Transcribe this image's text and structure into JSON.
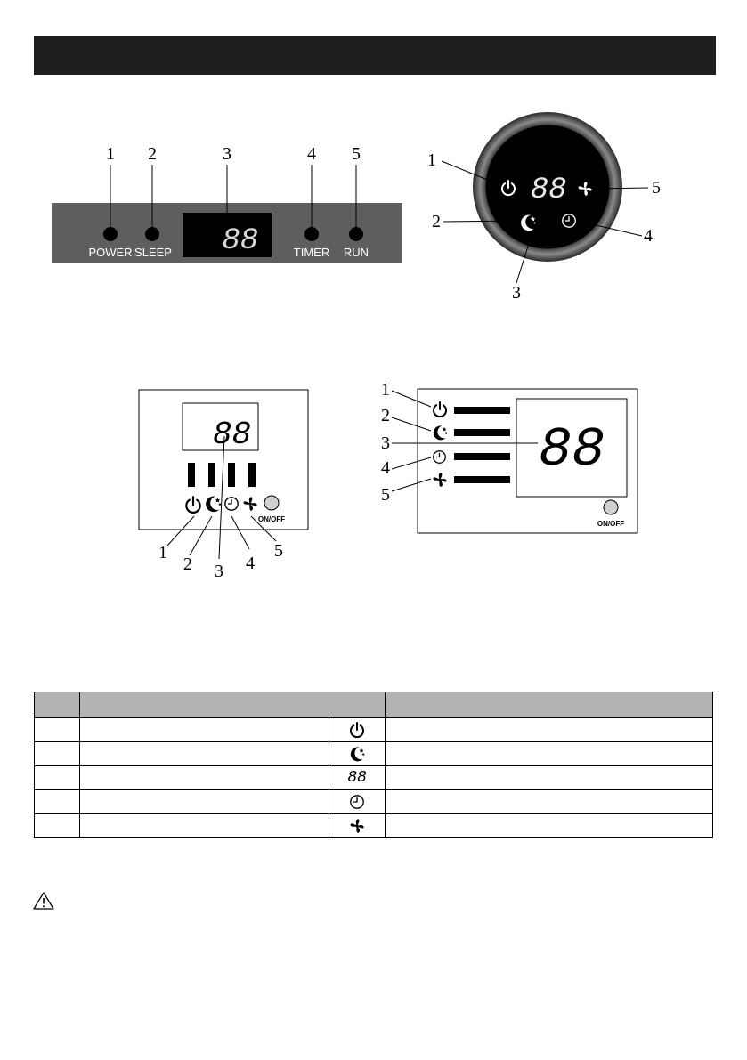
{
  "panel_a": {
    "callouts": [
      "1",
      "2",
      "3",
      "4",
      "5"
    ],
    "labels": {
      "power": "POWER",
      "sleep": "SLEEP",
      "timer": "TIMER",
      "run": "RUN"
    },
    "display": "88"
  },
  "panel_b": {
    "callouts": [
      "1",
      "2",
      "3",
      "4",
      "5"
    ],
    "display": "88"
  },
  "panel_c": {
    "callouts": [
      "1",
      "2",
      "3",
      "4",
      "5"
    ],
    "display": "88",
    "onoff": "ON/OFF"
  },
  "panel_d": {
    "callouts": [
      "1",
      "2",
      "3",
      "4",
      "5"
    ],
    "display": "88",
    "onoff": "ON/OFF"
  },
  "table": {
    "rows": [
      {
        "symbol": "power-icon"
      },
      {
        "symbol": "sleep-icon"
      },
      {
        "symbol": "display-88-icon",
        "text": "88"
      },
      {
        "symbol": "timer-icon"
      },
      {
        "symbol": "fan-icon"
      }
    ]
  },
  "colors": {
    "header": "#1f1f1f",
    "panel": "#5e5e5e",
    "table_header": "#b3b3b3",
    "led": "#ff2a2a"
  }
}
